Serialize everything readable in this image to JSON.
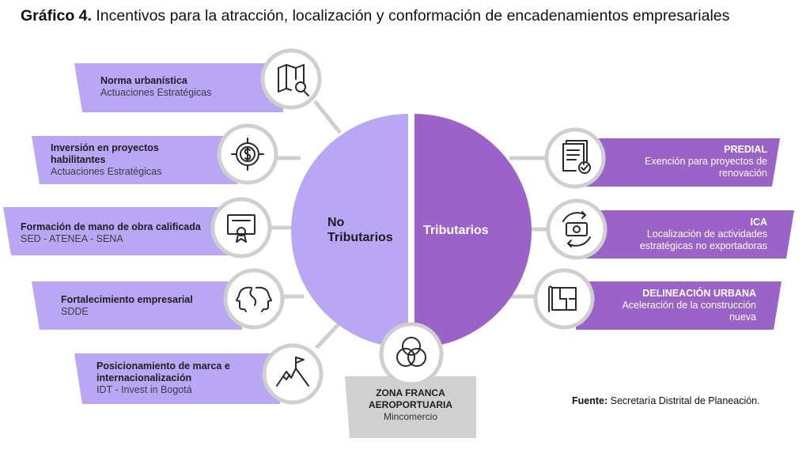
{
  "title": {
    "lead": "Gráfico 4.",
    "text": "Incentivos para la atracción, localización y conformación de encadenamientos empresariales"
  },
  "center": {
    "left_label": "No\nTributarios",
    "right_label": "Tributarios"
  },
  "left_items": [
    {
      "head": "Norma urbanística",
      "sub": "Actuaciones Estratégicas",
      "icon": "map-search-icon"
    },
    {
      "head": "Inversión en proyectos\nhabilitantes",
      "sub": "Actuaciones Estratégicas",
      "icon": "dollar-target-icon"
    },
    {
      "head": "Formación de mano de obra calificada",
      "sub": "SED - ATENEA - SENA",
      "icon": "certificate-icon"
    },
    {
      "head": "Fortalecimiento empresarial",
      "sub": "SDDE",
      "icon": "two-heads-icon"
    },
    {
      "head": "Posicionamiento de marca e\ninternacionalización",
      "sub": "IDT - Invest in Bogotá",
      "icon": "mountain-flag-icon"
    }
  ],
  "right_items": [
    {
      "head": "PREDIAL",
      "sub": "Exención para proyectos de\nrenovación",
      "icon": "document-check-icon"
    },
    {
      "head": "ICA",
      "sub": "Localización de actividades\nestratégicas no exportadoras",
      "icon": "money-cycle-icon"
    },
    {
      "head": "DELINEACIÓN URBANA",
      "sub": "Aceleración de la construcción\nnueva",
      "icon": "blueprint-icon"
    }
  ],
  "bottom": {
    "head": "ZONA FRANCA\nAEROPORTUARIA",
    "sub": "Mincomercio",
    "icon": "venn-circles-icon"
  },
  "source": {
    "label": "Fuente:",
    "text": "Secretaría Distrital de Planeación."
  },
  "colors": {
    "light_purple": "#b9a6f5",
    "dark_purple": "#9b63c8",
    "connector": "#cfcfcf",
    "icon_ring": "#cfcfcf",
    "grey_box": "#d0d0d0"
  }
}
